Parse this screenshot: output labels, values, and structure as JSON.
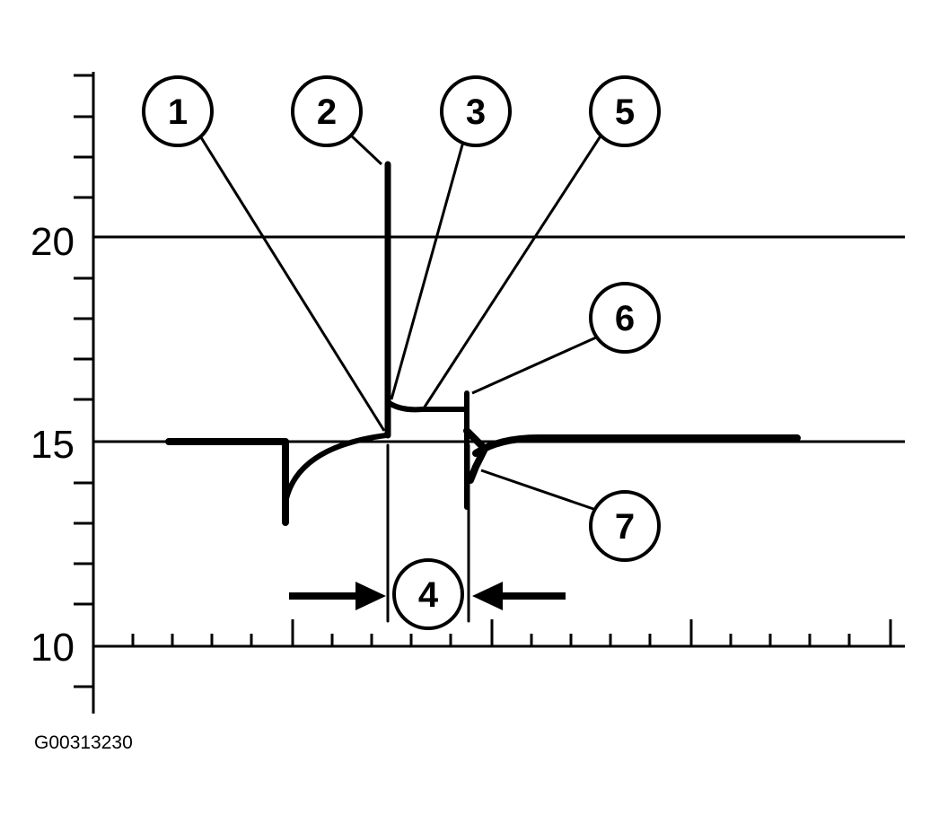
{
  "y_axis": {
    "tick_labels": [
      "20",
      "15",
      "10"
    ]
  },
  "callouts": [
    "1",
    "2",
    "3",
    "5",
    "6",
    "7",
    "4"
  ],
  "figure_id": "G00313230"
}
